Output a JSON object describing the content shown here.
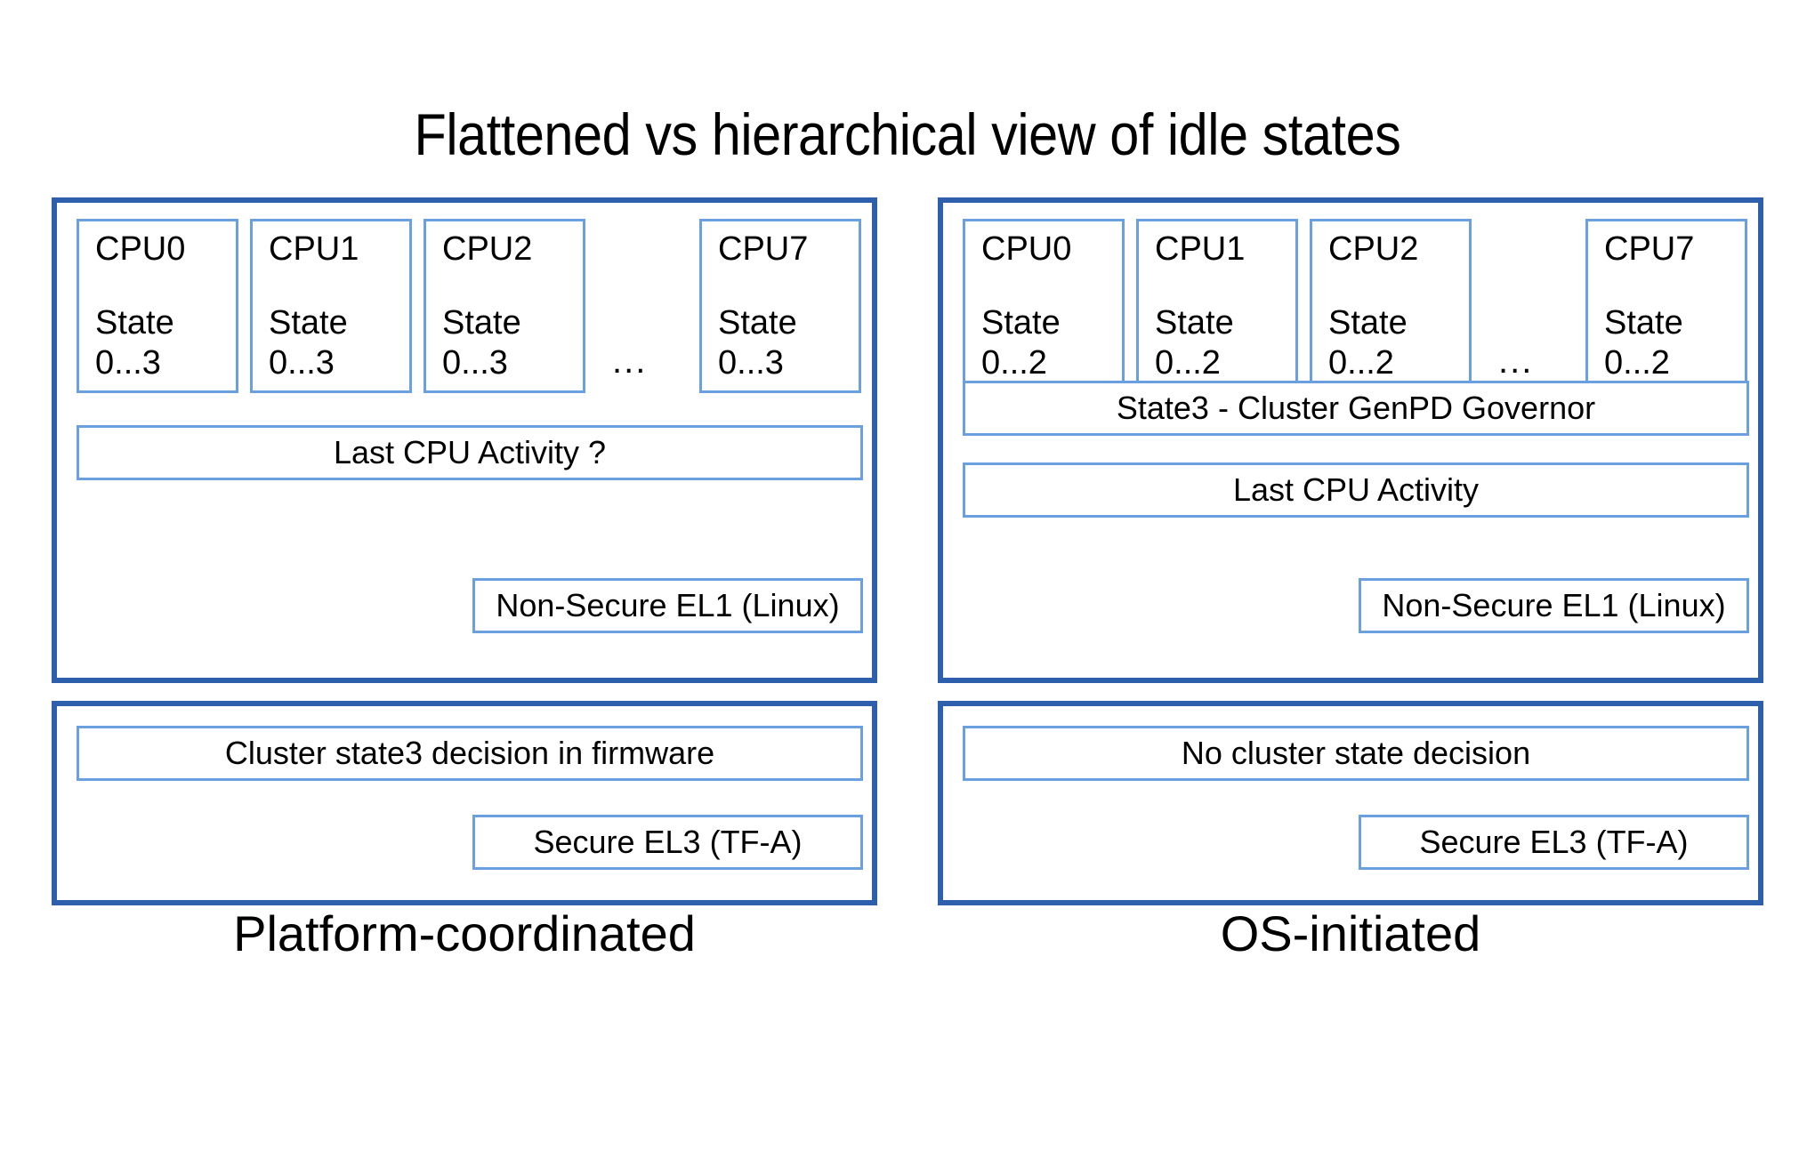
{
  "title": "Flattened vs hierarchical view of idle states",
  "colors": {
    "frame_border": "#2E5FAC",
    "box_border": "#6A9FE0",
    "background": "#FFFFFF",
    "text": "#000000"
  },
  "panels": [
    {
      "id": "platform-coordinated",
      "caption": "Platform-coordinated",
      "os_frame": {
        "cpus": [
          {
            "name": "CPU0",
            "state_label": "State",
            "state_range": "0...3"
          },
          {
            "name": "CPU1",
            "state_label": "State",
            "state_range": "0...3"
          },
          {
            "name": "CPU2",
            "state_label": "State",
            "state_range": "0...3"
          },
          {
            "name": "CPU7",
            "state_label": "State",
            "state_range": "0...3"
          }
        ],
        "ellipsis": "...",
        "bars": [
          {
            "label": "Last CPU Activity ?"
          }
        ],
        "exception_level": "Non-Secure EL1 (Linux)"
      },
      "fw_frame": {
        "decision": "Cluster state3 decision in firmware",
        "exception_level": "Secure EL3 (TF-A)"
      }
    },
    {
      "id": "os-initiated",
      "caption": "OS-initiated",
      "os_frame": {
        "cpus": [
          {
            "name": "CPU0",
            "state_label": "State",
            "state_range": "0...2"
          },
          {
            "name": "CPU1",
            "state_label": "State",
            "state_range": "0...2"
          },
          {
            "name": "CPU2",
            "state_label": "State",
            "state_range": "0...2"
          },
          {
            "name": "CPU7",
            "state_label": "State",
            "state_range": "0...2"
          }
        ],
        "ellipsis": "...",
        "bars": [
          {
            "label": "State3 - Cluster GenPD Governor"
          },
          {
            "label": "Last CPU Activity"
          }
        ],
        "exception_level": "Non-Secure EL1 (Linux)"
      },
      "fw_frame": {
        "decision": "No cluster state decision",
        "exception_level": "Secure EL3 (TF-A)"
      }
    }
  ]
}
